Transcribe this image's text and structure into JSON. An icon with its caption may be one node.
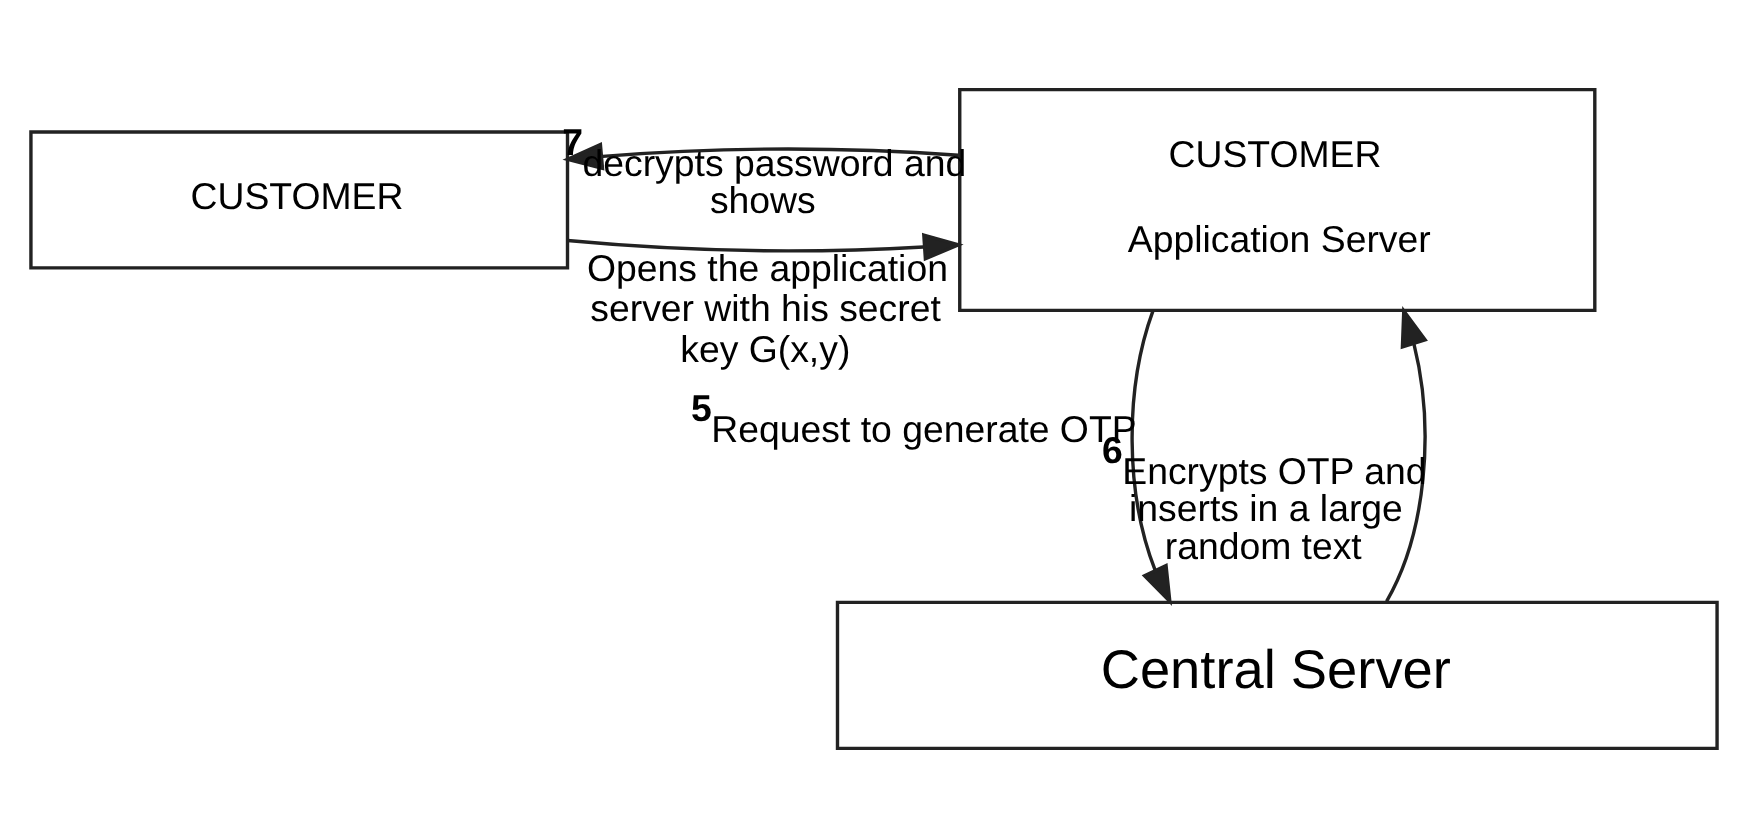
{
  "diagram": {
    "nodes": [
      {
        "text": [
          "CUSTOMER"
        ]
      },
      {
        "text": [
          "CUSTOMER",
          "Application Server"
        ]
      },
      {
        "text": [
          "Central Server"
        ]
      }
    ],
    "edges": [
      {
        "from": 0,
        "to": 1,
        "arrow": "to",
        "label": "Opens the application server with his secret key G(x,y)"
      },
      {
        "from": 1,
        "to": 2,
        "arrow": "to",
        "label": "$^{5}$Request to generate OTP"
      },
      {
        "from": 2,
        "to": 1,
        "arrow": "to",
        "label": "$^{6}$Encrypts OTP and inserts in a large random text"
      },
      {
        "from": 1,
        "to": 0,
        "arrow": "to",
        "label": "$^{7}$decrypts password and shows"
      }
    ]
  }
}
